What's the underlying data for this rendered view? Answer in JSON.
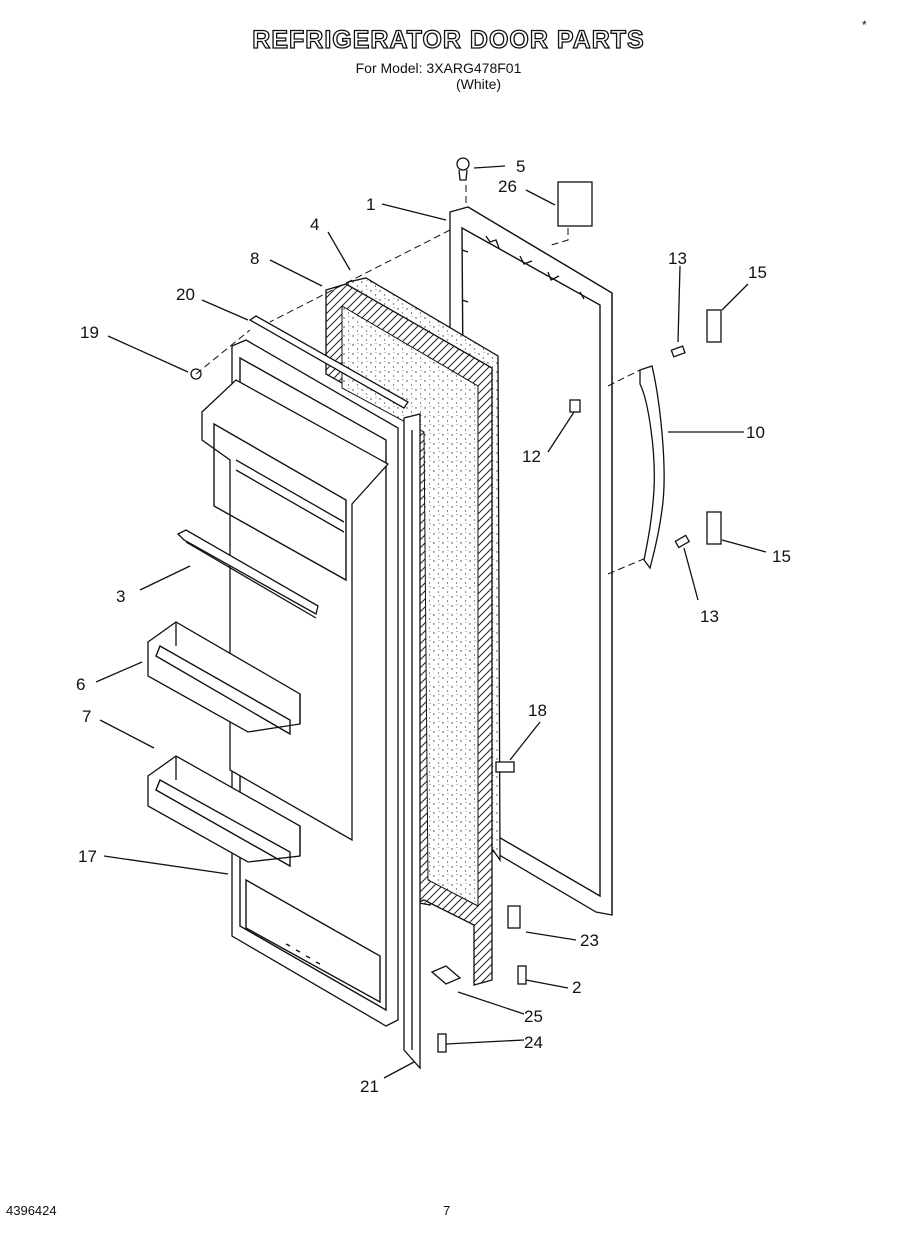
{
  "header": {
    "title": "REFRIGERATOR DOOR PARTS",
    "model_line": "For Model: 3XARG478F01",
    "color_line": "(White)"
  },
  "footer": {
    "doc_number": "4396424",
    "page_number": "7"
  },
  "corner_mark": "*",
  "callouts": {
    "c1": "1",
    "c2": "2",
    "c3": "3",
    "c4": "4",
    "c5": "5",
    "c6": "6",
    "c7": "7",
    "c8": "8",
    "c10": "10",
    "c12": "12",
    "c13a": "13",
    "c13b": "13",
    "c15a": "15",
    "c15b": "15",
    "c17": "17",
    "c18": "18",
    "c19": "19",
    "c20": "20",
    "c21": "21",
    "c23": "23",
    "c24": "24",
    "c25": "25",
    "c26": "26"
  }
}
